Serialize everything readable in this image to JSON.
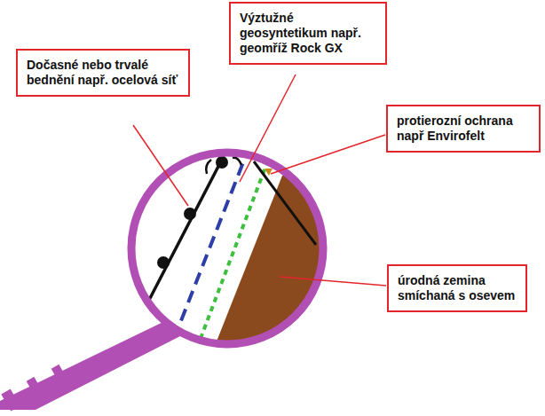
{
  "diagram": {
    "nodes": [
      {
        "text": [
          "Dočasné nebo trvalé bednění např. ocelová síť"
        ]
      },
      {
        "text": [
          "Výztužné geosyntetikum např. geomříž Rock GX"
        ]
      },
      {
        "text": [
          "protierozní ochrana např Envirofelt"
        ]
      },
      {
        "text": [
          "úrodná zemina smíchaná s osevem"
        ]
      }
    ]
  }
}
